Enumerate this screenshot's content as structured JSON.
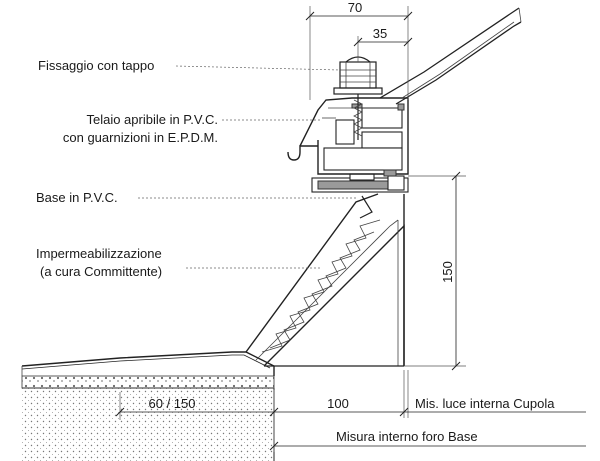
{
  "labels": {
    "fixing": "Fissaggio con tappo",
    "frame_line1": "Telaio apribile in P.V.C.",
    "frame_line2": "con guarnizioni in E.P.D.M.",
    "base": "Base in P.V.C.",
    "waterproof_line1": "Impermeabilizzazione",
    "waterproof_line2": "(a cura Committente)",
    "clear_opening": "Mis. luce interna Cupola",
    "base_hole": "Misura interno foro Base"
  },
  "dimensions": {
    "top_total": "70",
    "top_half": "35",
    "height": "150",
    "curb_offset": "60 / 150",
    "flange": "100"
  },
  "colors": {
    "line": "#222222",
    "hatch_fill": "#9a9a9a"
  }
}
